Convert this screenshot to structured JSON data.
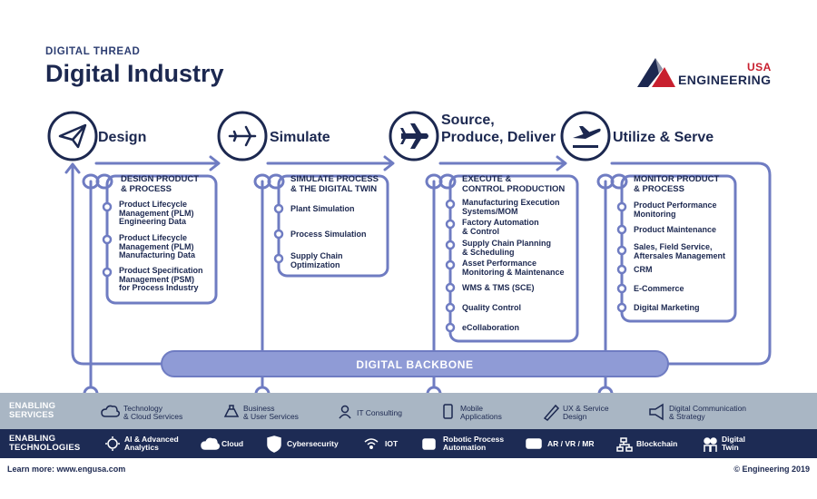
{
  "header": {
    "eyebrow": "DIGITAL THREAD",
    "title": "Digital Industry"
  },
  "logo": {
    "usa": "USA",
    "name": "ENGINEERING",
    "red": "#c8202f",
    "navy": "#1c2850"
  },
  "stages": [
    {
      "label": "Design",
      "icon": "paper-plane-icon",
      "box_title_1": "DESIGN PRODUCT",
      "box_title_2": "& PROCESS",
      "items": [
        [
          "Product Lifecycle",
          "Management (PLM)",
          "Engineering Data"
        ],
        [
          "Product Lifecycle",
          "Management (PLM)",
          "Manufacturing Data"
        ],
        [
          "Product Specification",
          "Management (PSM)",
          "for Process Industry"
        ]
      ]
    },
    {
      "label": "Simulate",
      "icon": "airplane-icon",
      "box_title_1": "SIMULATE PROCESS",
      "box_title_2": "& THE DIGITAL TWIN",
      "items": [
        [
          "Plant Simulation"
        ],
        [
          "Process Simulation"
        ],
        [
          "Supply Chain",
          "Optimization"
        ]
      ]
    },
    {
      "label_1": "Source,",
      "label_2": "Produce, Deliver",
      "icon": "airplane-icon",
      "box_title_1": "EXECUTE &",
      "box_title_2": "CONTROL PRODUCTION",
      "items": [
        [
          "Manufacturing Execution",
          "Systems/MOM"
        ],
        [
          "Factory Automation",
          "& Control"
        ],
        [
          "Supply Chain Planning",
          "& Scheduling"
        ],
        [
          "Asset Performance",
          "Monitoring & Maintenance"
        ],
        [
          "WMS & TMS (SCE)"
        ],
        [
          "Quality Control"
        ],
        [
          "eCollaboration"
        ]
      ]
    },
    {
      "label": "Utilize & Serve",
      "icon": "takeoff-icon",
      "box_title_1": "MONITOR PRODUCT",
      "box_title_2": "& PROCESS",
      "items": [
        [
          "Product Performance",
          "Monitoring"
        ],
        [
          "Product Maintenance"
        ],
        [
          "Sales, Field Service,",
          "Aftersales Management"
        ],
        [
          "CRM"
        ],
        [
          "E-Commerce"
        ],
        [
          "Digital Marketing"
        ]
      ]
    }
  ],
  "backbone": "DIGITAL BACKBONE",
  "enabling_services": {
    "head_1": "ENABLING",
    "head_2": "SERVICES",
    "items": [
      [
        "Technology",
        "& Cloud Services"
      ],
      [
        "Business",
        "& User Services"
      ],
      [
        "IT Consulting"
      ],
      [
        "Mobile",
        "Applications"
      ],
      [
        "UX & Service",
        "Design"
      ],
      [
        "Digital Communication",
        "& Strategy"
      ]
    ]
  },
  "enabling_technologies": {
    "head_1": "ENABLING",
    "head_2": "TECHNOLOGIES",
    "items": [
      [
        "AI & Advanced",
        "Analytics"
      ],
      [
        "Cloud"
      ],
      [
        "Cybersecurity"
      ],
      [
        "IOT"
      ],
      [
        "Robotic Process",
        "Automation"
      ],
      [
        "AR / VR / MR"
      ],
      [
        "Blockchain"
      ],
      [
        "Digital",
        "Twin"
      ]
    ]
  },
  "footer": {
    "left": "Learn more: www.engusa.com",
    "right": "© Engineering 2019"
  },
  "colors": {
    "navy": "#1c2850",
    "line": "#6f7cc2",
    "backbone": "#8f9bd6",
    "band_services": "#a9b6c4",
    "band_tech": "#1d2b54"
  }
}
